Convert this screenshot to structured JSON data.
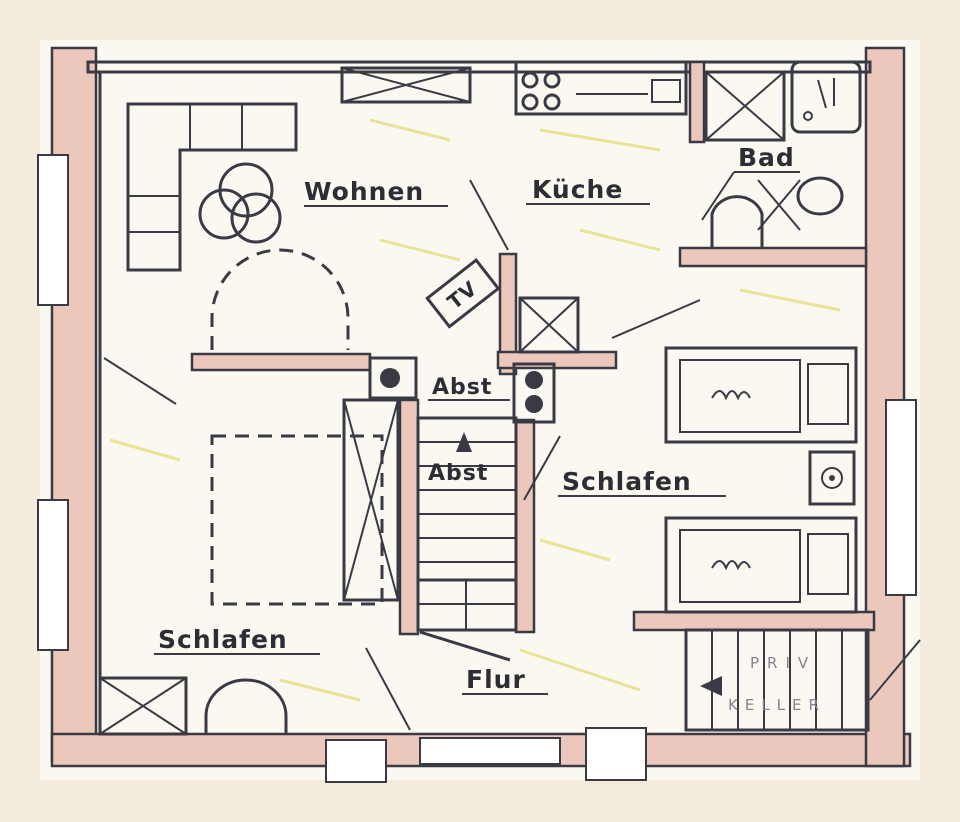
{
  "rooms": {
    "wohnen": "Wohnen",
    "kueche": "Küche",
    "bad": "Bad",
    "abst_top": "Abst",
    "abst_stair": "Abst",
    "schlafen_right": "Schlafen",
    "schlafen_left": "Schlafen",
    "flur": "Flur"
  },
  "appliances": {
    "tv": "TV"
  },
  "stair_notes": {
    "line1": "PRIV",
    "line2": "KELLER"
  },
  "colors": {
    "paper": "#f3ecdc",
    "wall_fill": "#ecc8bc",
    "ink": "#3a3a44",
    "highlight": "#e2dc7a"
  }
}
